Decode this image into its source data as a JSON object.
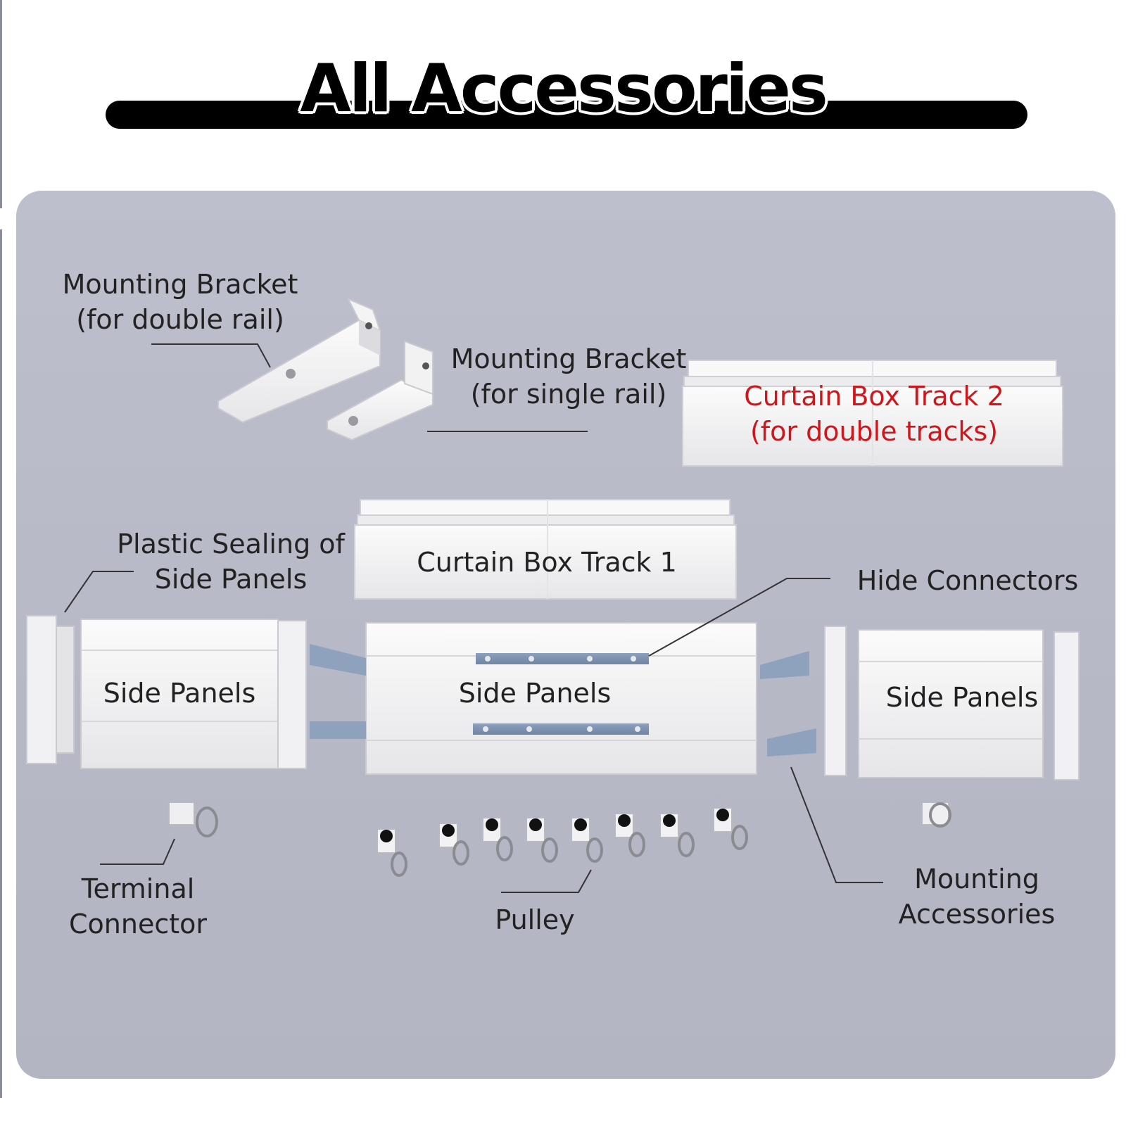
{
  "header": {
    "title": "All Accessories"
  },
  "labels": {
    "bracket_double": {
      "line1": "Mounting Bracket",
      "line2": "(for double rail)"
    },
    "bracket_single": {
      "line1": "Mounting Bracket",
      "line2": "(for single rail)"
    },
    "track2": {
      "line1": "Curtain Box Track 2",
      "line2": "(for double tracks)"
    },
    "plastic_sealing": {
      "line1": "Plastic Sealing of",
      "line2": "Side Panels"
    },
    "track1": "Curtain Box Track 1",
    "hide_connectors": "Hide Connectors",
    "side_panels_left": "Side Panels",
    "side_panels_center": "Side Panels",
    "side_panels_right": "Side Panels",
    "terminal_connector": {
      "line1": "Terminal",
      "line2": "Connector"
    },
    "pulley": "Pulley",
    "mounting_accessories": {
      "line1": "Mounting",
      "line2": "Accessories"
    }
  },
  "colors": {
    "highlight_label": "#d0161b",
    "background_panel": "#b9bbc8",
    "title_bar": "#000000"
  }
}
